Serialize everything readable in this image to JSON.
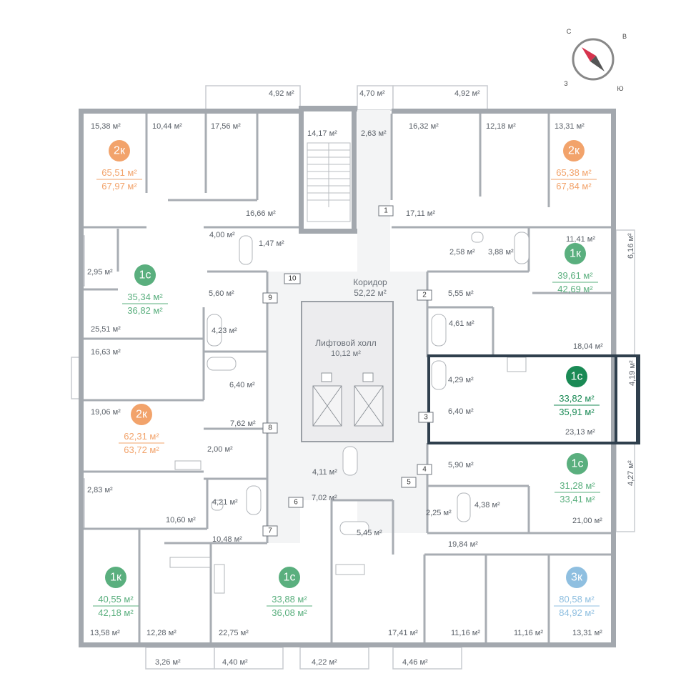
{
  "compass": {
    "n": "С",
    "e": "В",
    "s": "Ю",
    "w": "З"
  },
  "corridor": {
    "name": "Коридор",
    "area": "52,22 м²"
  },
  "lift_hall": {
    "name": "Лифтовой холл",
    "area": "10,12 м²"
  },
  "colors": {
    "two_room": "#f2a36b",
    "one_room": "#5aaf7e",
    "three_room": "#8fbfe0",
    "studio": "#5aaf7e",
    "highlight_studio": "#1a8a55"
  },
  "units": [
    {
      "id": "u-tl-2k",
      "type": "2к",
      "living": "65,51 м²",
      "total": "67,97 м²",
      "color": "#f2a36b"
    },
    {
      "id": "u-tr-2k",
      "type": "2к",
      "living": "65,38 м²",
      "total": "67,84 м²",
      "color": "#f2a36b"
    },
    {
      "id": "u-l-1c",
      "type": "1с",
      "living": "35,34 м²",
      "total": "36,82 м²",
      "color": "#5aaf7e"
    },
    {
      "id": "u-r-1k",
      "type": "1к",
      "living": "39,61 м²",
      "total": "42,69 м²",
      "color": "#5aaf7e"
    },
    {
      "id": "u-r-1c-sel",
      "type": "1с",
      "living": "33,82 м²",
      "total": "35,91 м²",
      "color": "#1a8a55"
    },
    {
      "id": "u-l-2k",
      "type": "2к",
      "living": "62,31 м²",
      "total": "63,72 м²",
      "color": "#f2a36b"
    },
    {
      "id": "u-r-1c",
      "type": "1с",
      "living": "31,28 м²",
      "total": "33,41 м²",
      "color": "#5aaf7e"
    },
    {
      "id": "u-bl-1k",
      "type": "1к",
      "living": "40,55 м²",
      "total": "42,18 м²",
      "color": "#5aaf7e"
    },
    {
      "id": "u-bm-1c",
      "type": "1с",
      "living": "33,88 м²",
      "total": "36,08 м²",
      "color": "#5aaf7e"
    },
    {
      "id": "u-br-3k",
      "type": "3к",
      "living": "80,58 м²",
      "total": "84,92 м²",
      "color": "#8fbfe0"
    }
  ],
  "rooms": [
    "4,92 м²",
    "4,70 м²",
    "4,92 м²",
    "15,38 м²",
    "10,44 м²",
    "17,56 м²",
    "14,17 м²",
    "2,63 м²",
    "16,32 м²",
    "12,18 м²",
    "13,31 м²",
    "16,66 м²",
    "17,11 м²",
    "4,00 м²",
    "1,47 м²",
    "2,58 м²",
    "3,88 м²",
    "11,41 м²",
    "6,16 м²",
    "2,95 м²",
    "5,60 м²",
    "5,55 м²",
    "25,51 м²",
    "4,23 м²",
    "4,61 м²",
    "18,04 м²",
    "16,63 м²",
    "6,40 м²",
    "4,29 м²",
    "4,19 м²",
    "6,40 м²",
    "19,06 м²",
    "7,62 м²",
    "23,13 м²",
    "2,00 м²",
    "4,11 м²",
    "5,90 м²",
    "4,27 м²",
    "2,83 м²",
    "4,21 м²",
    "7,02 м²",
    "2,25 м²",
    "4,38 м²",
    "10,60 м²",
    "21,00 м²",
    "10,48 м²",
    "5,45 м²",
    "19,84 м²",
    "13,58 м²",
    "12,28 м²",
    "22,75 м²",
    "17,41 м²",
    "11,16 м²",
    "11,16 м²",
    "13,31 м²",
    "3,26 м²",
    "4,40 м²",
    "4,22 м²",
    "4,46 м²"
  ],
  "doors": [
    "1",
    "2",
    "3",
    "4",
    "5",
    "6",
    "7",
    "8",
    "9",
    "10"
  ]
}
